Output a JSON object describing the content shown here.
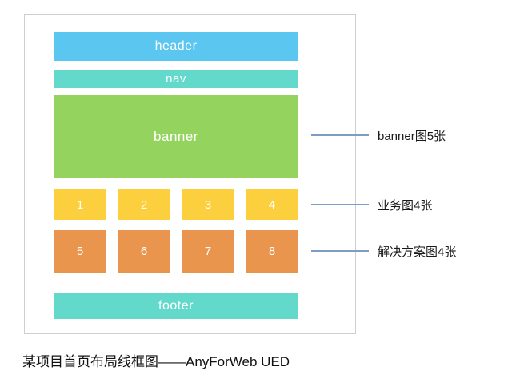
{
  "diagram": {
    "sections": {
      "header": "header",
      "nav": "nav",
      "banner": "banner",
      "footer": "footer"
    },
    "business_row": [
      "1",
      "2",
      "3",
      "4"
    ],
    "solution_row": [
      "5",
      "6",
      "7",
      "8"
    ],
    "annotations": [
      {
        "label": "banner图5张"
      },
      {
        "label": "业务图4张"
      },
      {
        "label": "解决方案图4张"
      }
    ],
    "caption": "某项目首页布局线框图——AnyForWeb  UED"
  },
  "colors": {
    "header": "#5bc6ef",
    "nav": "#62d9ca",
    "banner": "#94d35e",
    "business": "#fbcf3e",
    "solution": "#e9954e",
    "footer": "#62d9ca",
    "callout_line": "#7d9dc6"
  }
}
